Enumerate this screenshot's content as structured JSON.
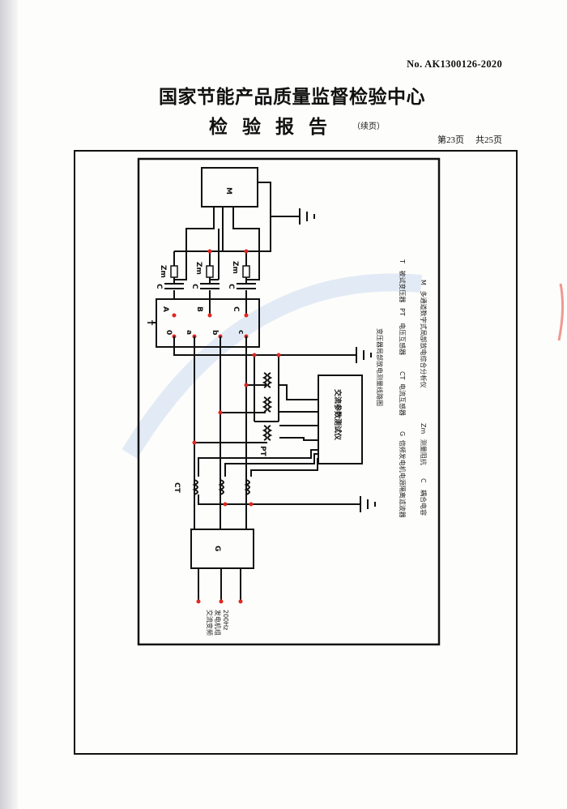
{
  "header": {
    "report_no": "No. AK1300126-2020",
    "organization": "国家节能产品质量监督检验中心",
    "report_title": "检验报告",
    "continued": "（续页）",
    "page_current": "第23页",
    "page_total": "共25页"
  },
  "diagram": {
    "title": "变压器局部放电测量线路图",
    "analyzer_label": "M",
    "transformer_label": "T",
    "generator_label": "G",
    "instrument_label": "交流参数测试仪",
    "pt_label": "PT",
    "ct_label": "CT",
    "zm_label": "Zm",
    "c_label": "C",
    "hv_terminals": [
      "A",
      "B",
      "C"
    ],
    "lv_terminals": [
      "0",
      "a",
      "b",
      "c"
    ],
    "source_label": [
      "交流变频",
      "发电机组",
      "200Hz"
    ]
  },
  "legend": [
    {
      "code": "T",
      "text": "被试变压器"
    },
    {
      "code": "PT",
      "text": "电压互感器"
    },
    {
      "code": "CT",
      "text": "电流互感器"
    },
    {
      "code": "G",
      "text": "倍频发电机电源隔离滤波器"
    },
    {
      "code": "M",
      "text": "多通道数字式局部放电综合分析仪"
    },
    {
      "code": "Zm",
      "text": "测量阻抗"
    },
    {
      "code": "C",
      "text": "耦合电容"
    }
  ]
}
